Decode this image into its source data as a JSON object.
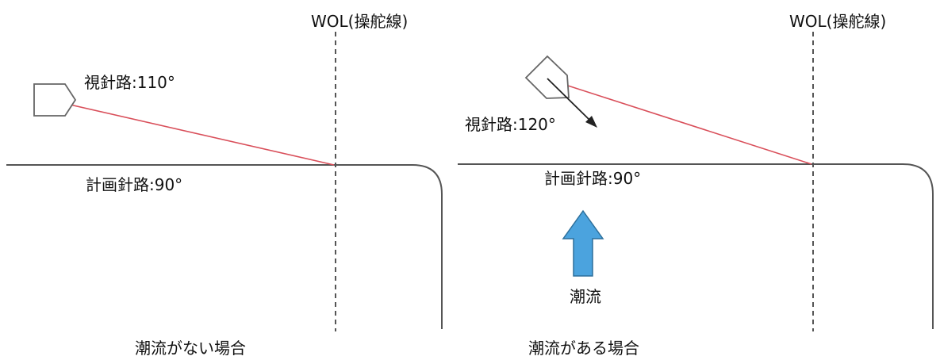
{
  "colors": {
    "course_line": "#d94f5a",
    "track_line": "#555555",
    "wol_line": "#555555",
    "ship_outline": "#666666",
    "current_arrow_fill": "#4ba3de",
    "current_arrow_stroke": "#2d6f9b",
    "text": "#111111"
  },
  "panels": [
    {
      "caption": "潮流がない場合",
      "wol_label": "WOL(操舵線)",
      "heading_label": "視針路:110°",
      "planned_label": "計画針路:90°"
    },
    {
      "caption": "潮流がある場合",
      "wol_label": "WOL(操舵線)",
      "heading_label": "視針路:120°",
      "planned_label": "計画針路:90°",
      "current_label": "潮流"
    }
  ]
}
